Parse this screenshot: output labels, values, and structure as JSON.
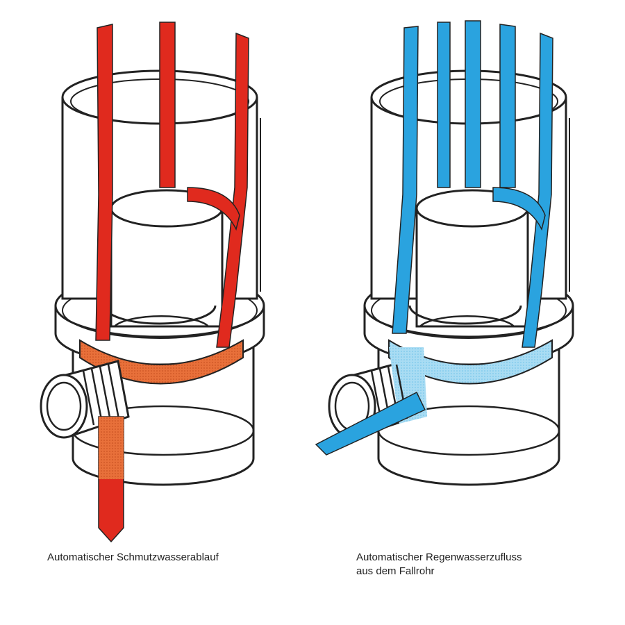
{
  "captions": {
    "left": "Automatischer Schmutzwasserablauf",
    "right_line1": "Automatischer Regenwasserzufluss",
    "right_line2": "aus dem Fallrohr"
  },
  "colors": {
    "dirty_water": "#e02a1e",
    "dirty_water_light": "#e8703a",
    "rain_water": "#2aa3df",
    "rain_water_light": "#a9dcf3",
    "outline": "#222222",
    "pipe_fill": "#ffffff"
  },
  "illustrations": {
    "left_flow": "dirty-water-outflow",
    "right_flow": "rainwater-inflow"
  }
}
